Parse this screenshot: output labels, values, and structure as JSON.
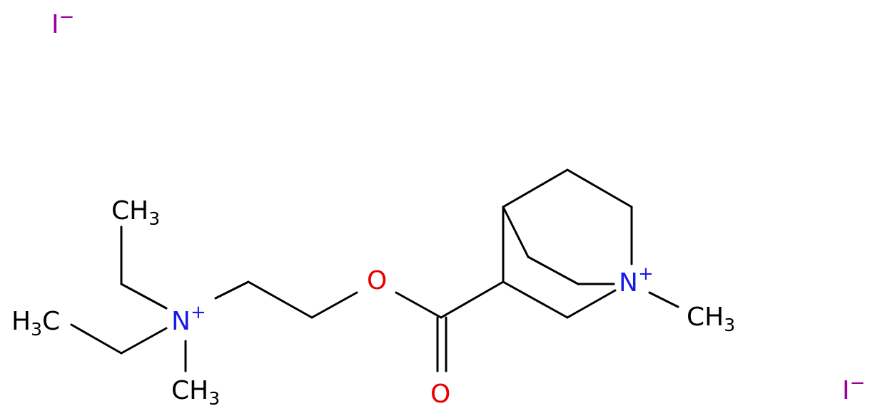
{
  "colors": {
    "bond": "#000000",
    "carbon": "#000000",
    "nitrogen": "#1a1ae6",
    "oxygen": "#e60000",
    "iodine": "#990099"
  },
  "ions": {
    "iodide_top": {
      "symbol": "I",
      "charge": "−"
    },
    "iodide_bottom": {
      "symbol": "I",
      "charge": "−"
    }
  },
  "atoms": {
    "ch3_top": {
      "main": "CH",
      "sub": "3"
    },
    "h3c_left": {
      "main": "H",
      "sub": "3",
      "tail": "C"
    },
    "ch3_bottom": {
      "main": "CH",
      "sub": "3"
    },
    "n_left": {
      "symbol": "N",
      "charge": "+"
    },
    "o_ester": {
      "symbol": "O"
    },
    "o_carbonyl": {
      "symbol": "O"
    },
    "n_right": {
      "symbol": "N",
      "charge": "+"
    },
    "ch3_right": {
      "main": "CH",
      "sub": "3"
    }
  }
}
